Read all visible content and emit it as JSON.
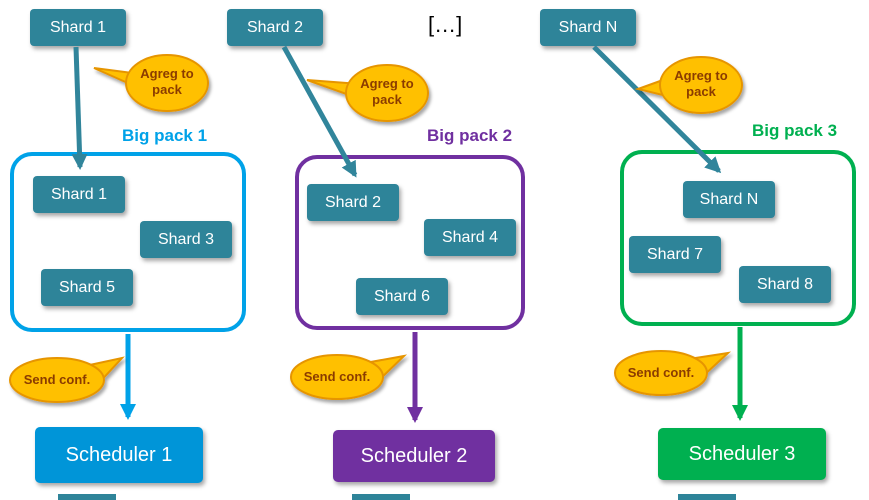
{
  "ellipsis": "[…]",
  "bubbles": {
    "agreg": "Agreg to pack",
    "send": "Send conf."
  },
  "columns": [
    {
      "top_shard": "Shard 1",
      "pack_label": "Big pack 1",
      "shards": [
        "Shard 1",
        "Shard 3",
        "Shard 5"
      ],
      "scheduler": "Scheduler 1",
      "accent": "#00A2E8"
    },
    {
      "top_shard": "Shard 2",
      "pack_label": "Big pack 2",
      "shards": [
        "Shard 2",
        "Shard 4",
        "Shard 6"
      ],
      "scheduler": "Scheduler 2",
      "accent": "#7030A0"
    },
    {
      "top_shard": "Shard N",
      "pack_label": "Big pack 3",
      "shards": [
        "Shard N",
        "Shard 7",
        "Shard 8"
      ],
      "scheduler": "Scheduler 3",
      "accent": "#00B050"
    }
  ],
  "colors": {
    "shard_teal": "#2E8499",
    "arrow_teal": "#31859B",
    "pack1_blue": "#00A2E8",
    "scheduler1_blue": "#0095D8",
    "pack2_purple": "#7030A0",
    "pack3_green": "#00B050",
    "bubble_fill": "#FFC000",
    "bubble_border": "#E69500",
    "bubble_text": "#8B3C00"
  }
}
